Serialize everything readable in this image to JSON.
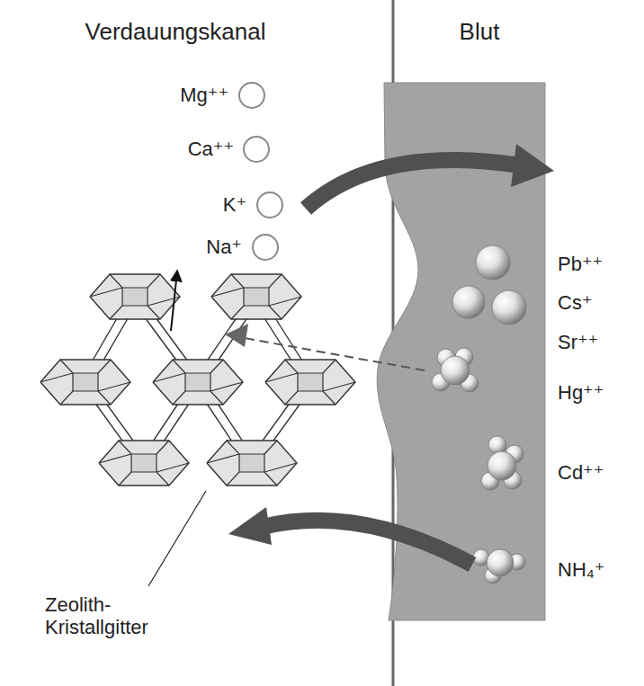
{
  "diagram": {
    "labels": [
      "Verdauungskanal",
      "Blut",
      "Mg⁺⁺",
      "Ca⁺⁺",
      "K⁺",
      "Na⁺",
      "Pb⁺⁺",
      "Cs⁺",
      "Sr⁺⁺",
      "Hg⁺⁺",
      "Cd⁺⁺",
      "NH₄⁺",
      "Zeolith- Kristallgitter"
    ]
  }
}
